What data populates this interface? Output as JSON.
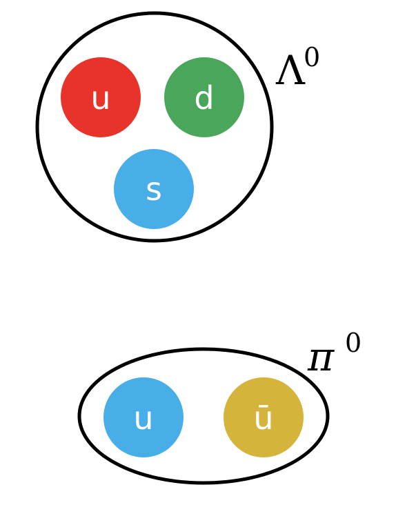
{
  "particles": {
    "lambda": {
      "symbol": "Λ",
      "charge": "0",
      "quarks": [
        {
          "label": "u",
          "color": "#e8332a"
        },
        {
          "label": "d",
          "color": "#4aa65a"
        },
        {
          "label": "s",
          "color": "#48aee8"
        }
      ]
    },
    "pion": {
      "symbol": "π",
      "charge": "0",
      "quarks": [
        {
          "label": "u",
          "color": "#48aee8"
        },
        {
          "label": "ū",
          "color": "#d4b43a"
        }
      ]
    }
  }
}
